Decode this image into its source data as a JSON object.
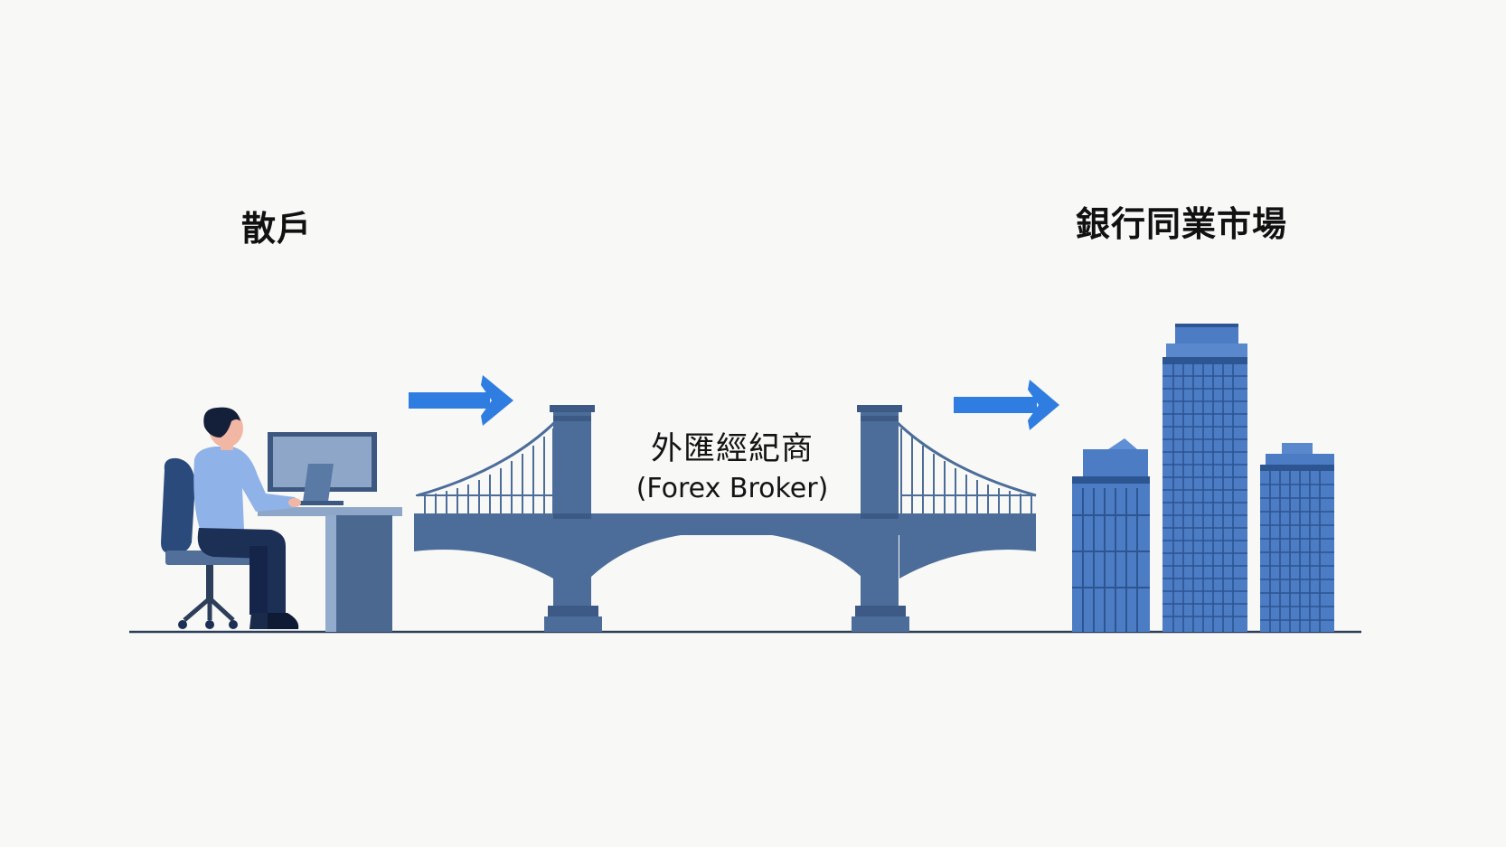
{
  "labels": {
    "retail": "散戶",
    "broker_cn": "外匯經紀商",
    "broker_en": "(Forex Broker)",
    "interbank": "銀行同業市場"
  },
  "colors": {
    "background": "#f8f8f6",
    "arrow": "#2f7de1",
    "bridge": "#4c6d99",
    "building": "#4b7cc4",
    "building_dark": "#2d5591",
    "person_shirt": "#8fb2e8",
    "person_pants": "#1c2f55",
    "ground": "#2c3e5a"
  },
  "icons": {
    "retail": "person-at-computer-icon",
    "broker": "suspension-bridge-icon",
    "interbank": "skyscrapers-icon",
    "flow": "right-arrow-icon"
  }
}
